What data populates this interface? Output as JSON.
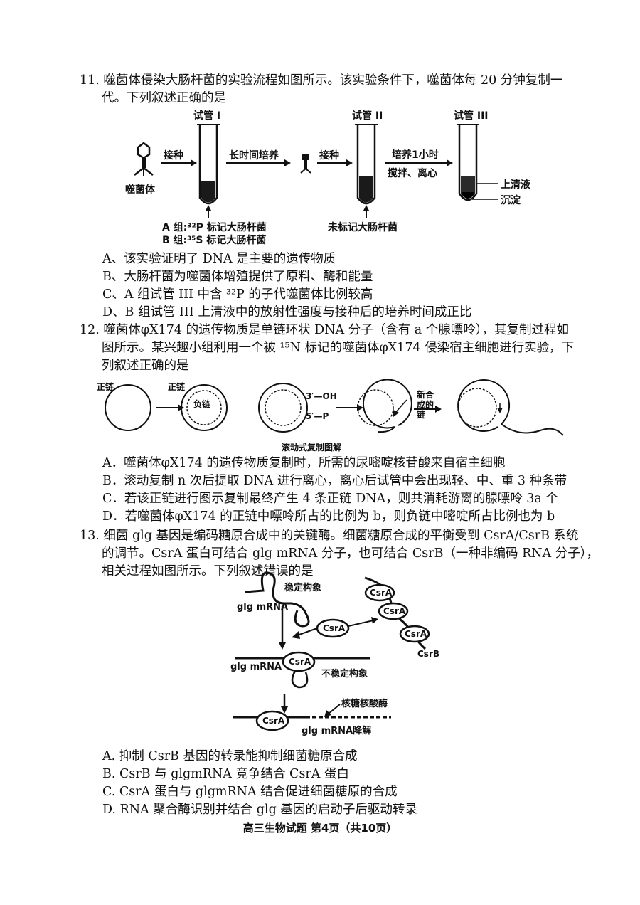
{
  "q11": {
    "number": "11.",
    "stem_line1": "噬菌体侵染大肠杆菌的实验流程如图所示。该实验条件下，噬菌体每 20 分钟复制一",
    "stem_line2": "代。下列叙述正确的是",
    "figure": {
      "tube1": "试管 I",
      "tube2": "试管 II",
      "tube3": "试管 III",
      "phage": "噬菌体",
      "inoculate1": "接种",
      "long_culture": "长时间培养",
      "inoculate2": "接种",
      "culture_1h": "培养1小时",
      "stir_centrifuge": "搅拌、离心",
      "supernatant": "上清液",
      "precipitate": "沉淀",
      "group_a": "A 组:³²P 标记大肠杆菌",
      "group_b": "B 组:³⁵S 标记大肠杆菌",
      "unlabeled": "未标记大肠杆菌"
    },
    "options": [
      "A、该实验证明了 DNA 是主要的遗传物质",
      "B、大肠杆菌为噬菌体增殖提供了原料、酶和能量",
      "C、A 组试管 III 中含 ³²P 的子代噬菌体比例较高",
      "D、B 组试管 III 上清液中的放射性强度与接种后的培养时间成正比"
    ]
  },
  "q12": {
    "number": "12.",
    "stem_line1": "噬菌体φX174 的遗传物质是单链环状 DNA 分子（含有 a 个腺嘌呤），其复制过程如",
    "stem_line2": "图所示。某兴趣小组利用一个被 ¹⁵N 标记的噬菌体φX174 侵染宿主细胞进行实验，下",
    "stem_line3": "列叙述正确的是",
    "figure": {
      "plus_strand_1": "正链",
      "plus_strand_2": "正链",
      "minus_strand": "负链",
      "oh_end": "3′—OH",
      "p_end": "5′—P",
      "new_strand": "新合成的链",
      "caption": "滚动式复制图解"
    },
    "options": [
      "A．噬菌体φX174 的遗传物质复制时，所需的尿嘧啶核苷酸来自宿主细胞",
      "B．滚动复制 n 次后提取 DNA 进行离心，离心后试管中会出现轻、中、重 3 种条带",
      "C．若该正链进行图示复制最终产生 4 条正链 DNA，则共消耗游离的腺嘌呤 3a 个",
      "D．若噬菌体φX174 的正链中嘌呤所占的比例为 b，则负链中嘧啶所占比例也为 b"
    ]
  },
  "q13": {
    "number": "13.",
    "stem_line1": "细菌 glg 基因是编码糖原合成中的关键酶。细菌糖原合成的平衡受到 CsrA/CsrB 系统",
    "stem_line2": "的调节。CsrA 蛋白可结合 glg mRNA 分子，也可结合 CsrB（一种非编码 RNA 分子），",
    "stem_line3": "相关过程如图所示。下列叙述错误的是",
    "figure": {
      "stable": "稳定构象",
      "glg_mrna_1": "glg mRNA",
      "csra_free": "CsrA",
      "csra_b1": "CsrA",
      "csra_b2": "CsrA",
      "csra_b3": "CsrA",
      "csrb": "CsrB",
      "glg_mrna_2": "glg mRNA",
      "csra_bound": "CsrA",
      "unstable": "不稳定构象",
      "rnase": "核糖核酸酶",
      "csra_deg": "CsrA",
      "degradation": "glg mRNA降解"
    },
    "options": [
      "A.  抑制 CsrB 基因的转录能抑制细菌糖原合成",
      "B.  CsrB 与 glgmRNA 竞争结合 CsrA 蛋白",
      "C.  CsrA 蛋白与 glgmRNA 结合促进细菌糖原的合成",
      "D.  RNA 聚合酶识别并结合 glg 基因的启动子后驱动转录"
    ]
  },
  "footer": "高三生物试题 第4页（共10页）"
}
